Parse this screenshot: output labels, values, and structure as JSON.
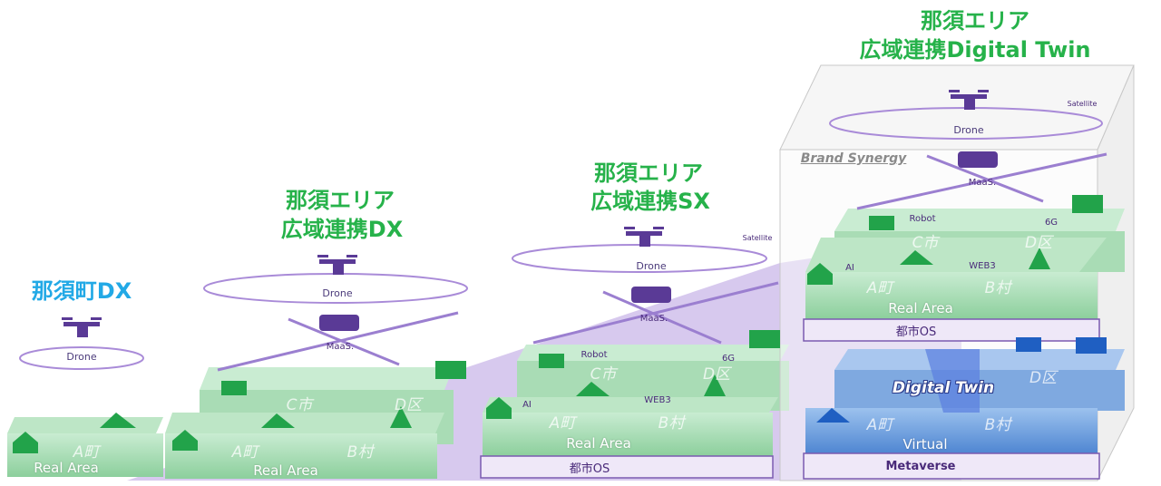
{
  "stages": [
    {
      "title": "那須町DX",
      "drone": "Drone",
      "real_area": "Real Area",
      "a": "A町"
    },
    {
      "title_line1": "那須エリア",
      "title_line2": "広域連携DX",
      "drone": "Drone",
      "maas": "MaaS.",
      "real_area": "Real Area",
      "a": "A町",
      "b": "B村",
      "c": "C市",
      "d": "D区"
    },
    {
      "title_line1": "那須エリア",
      "title_line2": "広域連携SX",
      "drone": "Drone",
      "maas": "MaaS.",
      "robot": "Robot",
      "ai": "AI",
      "web3": "WEB3",
      "g6": "6G",
      "satellite": "Satellite",
      "real_area": "Real Area",
      "city_os": "都市OS",
      "a": "A町",
      "b": "B村",
      "c": "C市",
      "d": "D区"
    },
    {
      "title_line1": "那須エリア",
      "title_line2": "広域連携Digital Twin",
      "drone": "Drone",
      "maas": "MaaS.",
      "robot": "Robot",
      "ai": "AI",
      "web3": "WEB3",
      "g6": "6G",
      "satellite": "Satellite",
      "brand_synergy": "Brand Synergy",
      "real_area": "Real Area",
      "city_os": "都市OS",
      "digital_twin": "Digital Twin",
      "virtual": "Virtual",
      "metaverse": "Metaverse",
      "a": "A町",
      "b": "B村",
      "c": "C市",
      "d": "D区"
    }
  ],
  "colors": {
    "green_title": "#26b24a",
    "blue_title": "#22a9e6",
    "purple": "#9b7fd0",
    "green_slab": "#a9dcb5",
    "blue_slab": "#6aa0dc"
  }
}
